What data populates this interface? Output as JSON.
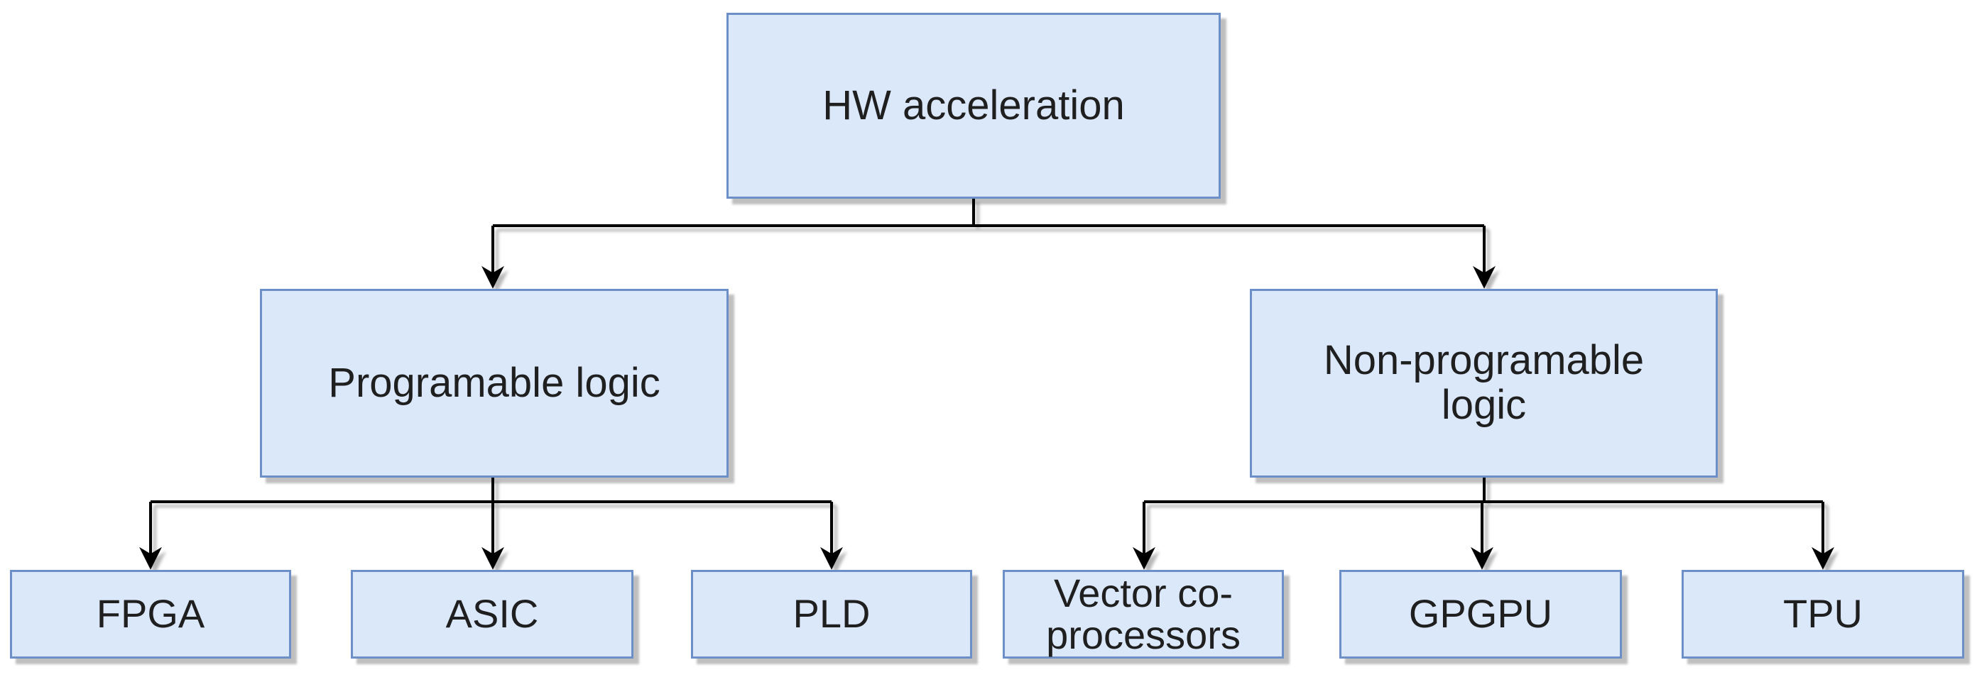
{
  "theme": {
    "background": "#ffffff",
    "node_fill": "#dbe8fa",
    "node_border": "#6d8fc7",
    "connector_color": "#000000",
    "text_color": "#1f1f1f"
  },
  "nodes": {
    "root": {
      "label": "HW acceleration"
    },
    "programmable": {
      "label": "Programable logic"
    },
    "non_programmable": {
      "label": "Non-programable\nlogic"
    },
    "fpga": {
      "label": "FPGA"
    },
    "asic": {
      "label": "ASIC"
    },
    "pld": {
      "label": "PLD"
    },
    "vector_coprocessors": {
      "label": "Vector co-\nprocessors"
    },
    "gpgpu": {
      "label": "GPGPU"
    },
    "tpu": {
      "label": "TPU"
    }
  }
}
